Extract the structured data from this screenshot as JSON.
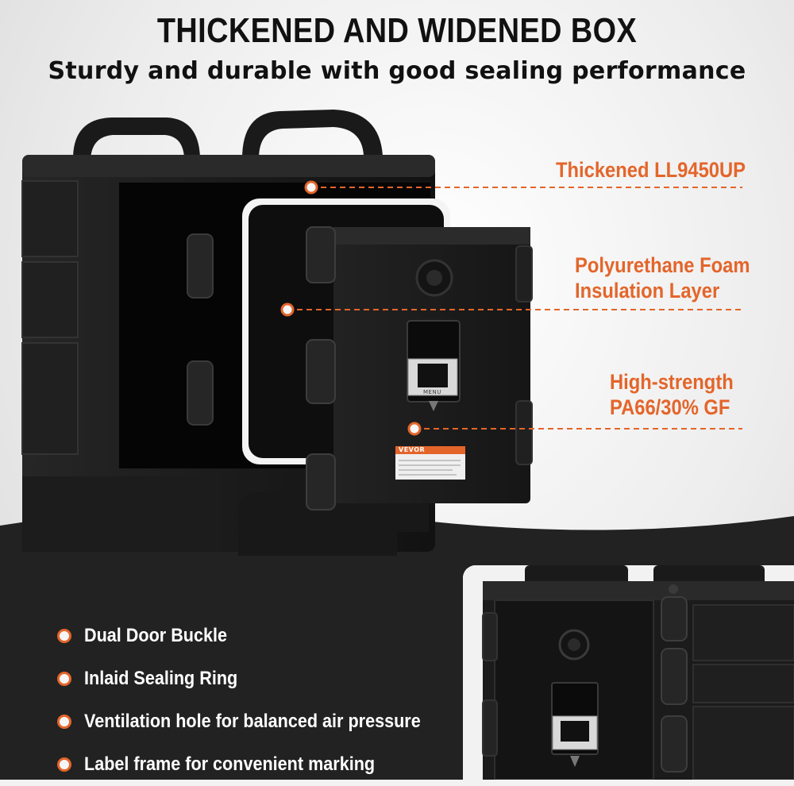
{
  "heading": {
    "title": "THICKENED AND WIDENED BOX",
    "subtitle": "Sturdy and durable with good sealing performance"
  },
  "callouts": [
    {
      "lines": [
        "Thickened LL9450UP"
      ]
    },
    {
      "lines": [
        "Polyurethane Foam",
        "Insulation Layer"
      ]
    },
    {
      "lines": [
        "High-strength",
        "PA66/30% GF"
      ]
    }
  ],
  "features": [
    {
      "label": "Dual Door Buckle"
    },
    {
      "label": "Inlaid Sealing Ring"
    },
    {
      "label": "Ventilation hole for balanced air pressure"
    },
    {
      "label": "Label frame for convenient marking"
    }
  ],
  "product": {
    "brand_label": "VEVOR",
    "menu_label": "MENU"
  },
  "colors": {
    "accent": "#e4652a",
    "dark_band": "#222222",
    "box": "#1c1c1c"
  }
}
